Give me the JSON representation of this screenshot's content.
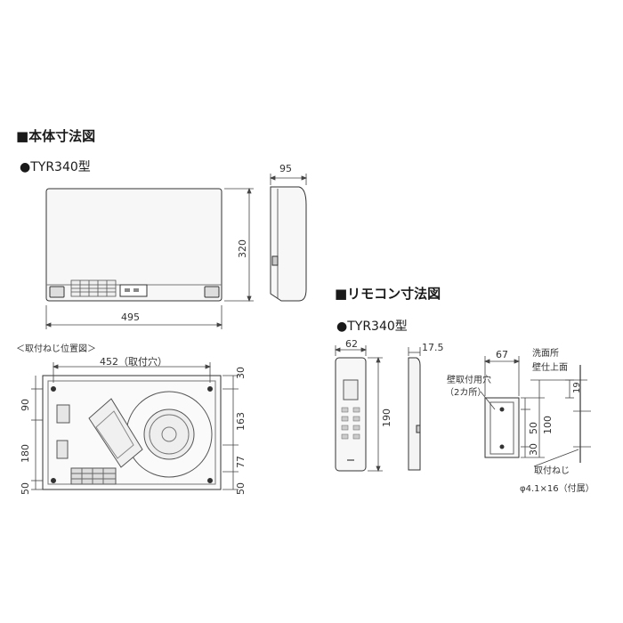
{
  "main_section": {
    "title": "■本体寸法図",
    "model": "●TYR340型",
    "dims": {
      "width": "495",
      "height": "320",
      "depth": "95"
    }
  },
  "mount_section": {
    "label": "＜取付ねじ位置図＞",
    "hole_width": "452（取付穴）",
    "left_dims": [
      "90",
      "180",
      "50"
    ],
    "right_dims": [
      "30",
      "163",
      "77",
      "50"
    ]
  },
  "remote_section": {
    "title": "■リモコン寸法図",
    "model": "●TYR340型",
    "dims": {
      "width": "62",
      "depth": "17.5",
      "height": "190",
      "bracket_width": "67",
      "bracket_inner": "50",
      "bracket_height": "100",
      "bracket_offset": "30",
      "side_gap": "19"
    },
    "labels": {
      "wash_room": "洗面所",
      "wall_top": "壁仕上面",
      "wall_hole": "壁取付用穴",
      "wall_hole_count": "（2カ所）",
      "screw": "取付ねじ",
      "screw_spec": "φ4.1×16（付属）"
    }
  }
}
